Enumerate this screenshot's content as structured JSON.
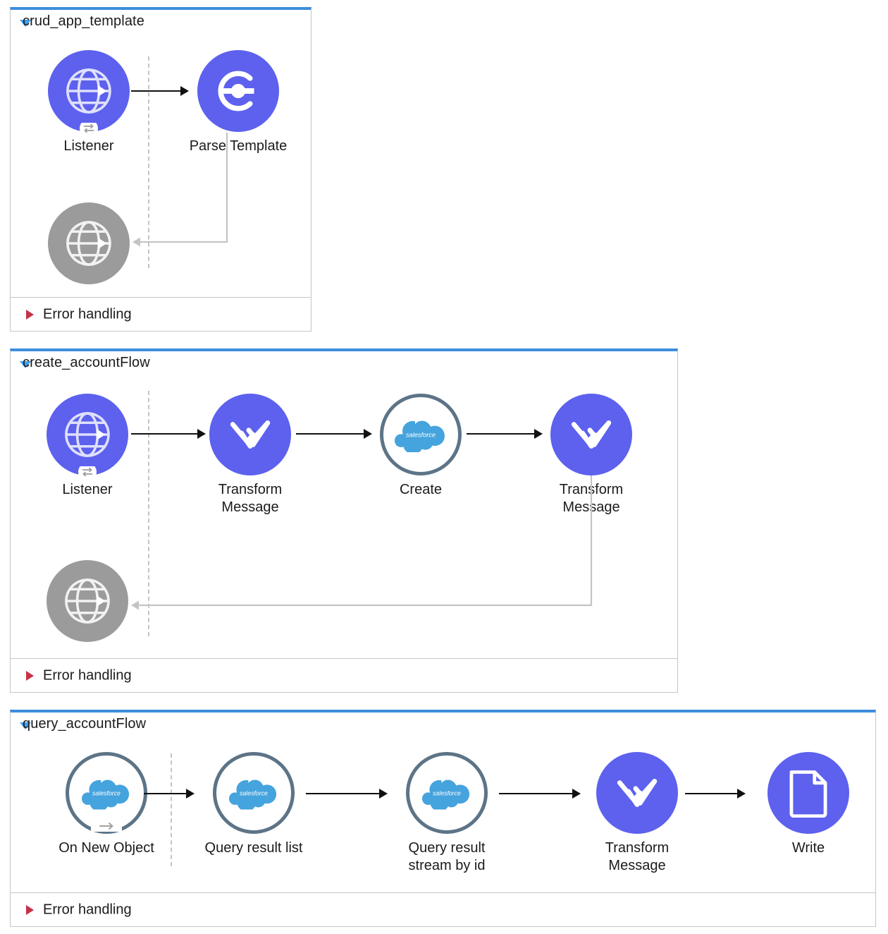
{
  "colors": {
    "panel_accent": "#3d8ddd",
    "panel_border": "#c6c6c6",
    "node_purple": "#5d61ee",
    "node_grey": "#9b9b9b",
    "connector_ring": "#5d7487",
    "salesforce_blue": "#45a3dd",
    "error_triangle": "#c63248",
    "collapse_triangle": "#3fa0f0",
    "arrow": "#111111",
    "return_line": "#c4c4c4"
  },
  "flows": [
    {
      "title": "crud_app_template",
      "collapse_icon": "chevron-down-icon",
      "error_handling": {
        "label": "Error handling",
        "expand_icon": "chevron-right-icon"
      },
      "nodes": [
        {
          "id": "listener-1",
          "label": "Listener",
          "icon": "http-listener-icon",
          "style": "purple",
          "badge": "exchange-badge-icon"
        },
        {
          "id": "parse-template-1",
          "label": "Parse Template",
          "icon": "parse-template-icon",
          "style": "purple",
          "badge": null
        }
      ],
      "response_node": {
        "id": "listener-response-1",
        "label": "",
        "icon": "http-listener-icon",
        "style": "grey"
      }
    },
    {
      "title": "create_accountFlow",
      "collapse_icon": "chevron-down-icon",
      "error_handling": {
        "label": "Error handling",
        "expand_icon": "chevron-right-icon"
      },
      "nodes": [
        {
          "id": "listener-2",
          "label": "Listener",
          "icon": "http-listener-icon",
          "style": "purple",
          "badge": "exchange-badge-icon"
        },
        {
          "id": "transform-2a",
          "label": "Transform\nMessage",
          "icon": "dataweave-icon",
          "style": "purple",
          "badge": null
        },
        {
          "id": "create-2",
          "label": "Create",
          "icon": "salesforce-cloud-icon",
          "style": "ring",
          "badge": null
        },
        {
          "id": "transform-2b",
          "label": "Transform\nMessage",
          "icon": "dataweave-icon",
          "style": "purple",
          "badge": null
        }
      ],
      "response_node": {
        "id": "listener-response-2",
        "label": "",
        "icon": "http-listener-icon",
        "style": "grey"
      }
    },
    {
      "title": "query_accountFlow",
      "collapse_icon": "chevron-down-icon",
      "error_handling": {
        "label": "Error handling",
        "expand_icon": "chevron-right-icon"
      },
      "nodes": [
        {
          "id": "on-new-object-3",
          "label": "On New Object",
          "icon": "salesforce-cloud-icon",
          "style": "ring",
          "badge": "arrow-right-badge-icon"
        },
        {
          "id": "query-list-3",
          "label": "Query result list",
          "icon": "salesforce-cloud-icon",
          "style": "ring",
          "badge": null
        },
        {
          "id": "query-stream-3",
          "label": "Query result\nstream by id",
          "icon": "salesforce-cloud-icon",
          "style": "ring",
          "badge": null
        },
        {
          "id": "transform-3",
          "label": "Transform\nMessage",
          "icon": "dataweave-icon",
          "style": "purple",
          "badge": null
        },
        {
          "id": "write-3",
          "label": "Write",
          "icon": "file-document-icon",
          "style": "purple",
          "badge": null
        }
      ],
      "response_node": null
    }
  ],
  "salesforce_wordmark": "salesforce"
}
